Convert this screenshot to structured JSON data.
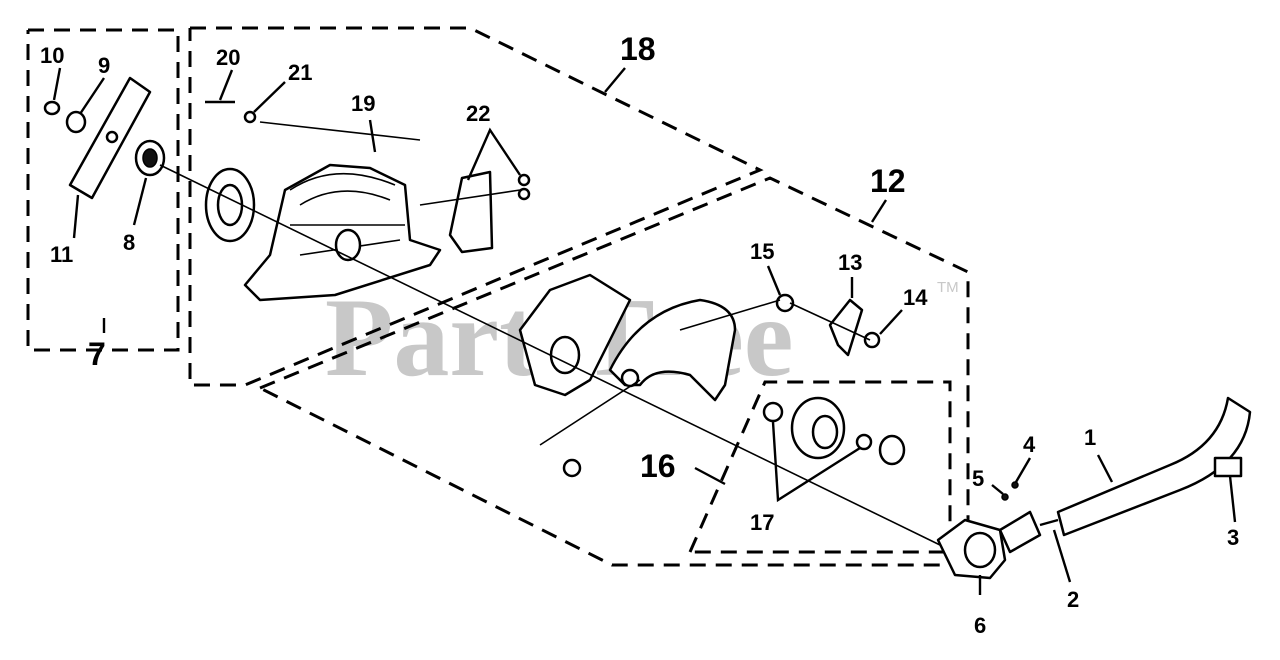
{
  "watermark": {
    "text": "PartsTree",
    "trademark": "TM"
  },
  "callouts": {
    "c1": "1",
    "c2": "2",
    "c3": "3",
    "c4": "4",
    "c5": "5",
    "c6": "6",
    "c7": "7",
    "c8": "8",
    "c9": "9",
    "c10": "10",
    "c11": "11",
    "c12": "12",
    "c13": "13",
    "c14": "14",
    "c15": "15",
    "c16": "16",
    "c17": "17",
    "c18": "18",
    "c19": "19",
    "c20": "20",
    "c21": "21",
    "c22": "22"
  }
}
